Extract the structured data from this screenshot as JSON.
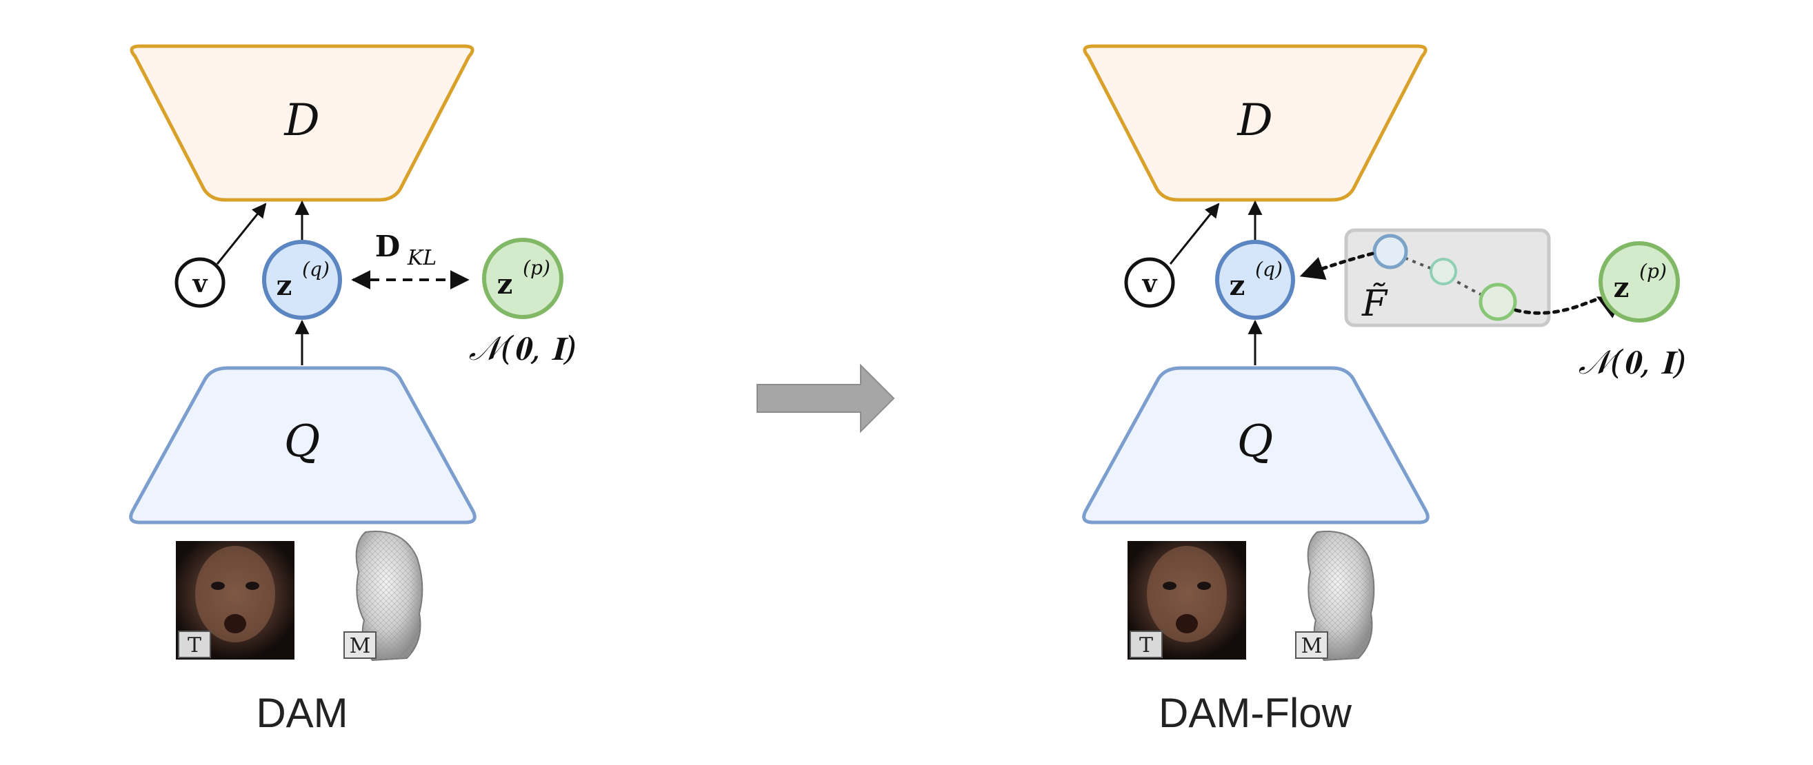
{
  "colors": {
    "decoder_stroke": "#D9A12A",
    "decoder_fill": "#FFF5EC",
    "encoder_stroke": "#7C9ECF",
    "encoder_fill": "#EEF4FD",
    "posterior_stroke": "#5C86C2",
    "posterior_fill": "#D6E6FA",
    "prior_stroke": "#80B865",
    "prior_fill": "#D3EACB",
    "flow_box_fill": "#E6E6E6",
    "flow_box_stroke": "#C9C9C9",
    "arrow_gray": "#A6A6A6"
  },
  "left": {
    "caption": "DAM",
    "decoder_label": "D",
    "encoder_label": "Q",
    "view_label": "v",
    "posterior_main": "z",
    "posterior_sup": "(q)",
    "prior_main": "z",
    "prior_sup": "(p)",
    "kl_main": "D",
    "kl_sub": "KL",
    "prior_dist": "𝒩(𝟎, 𝐈)",
    "texture_badge": "T",
    "mesh_badge": "M"
  },
  "right": {
    "caption": "DAM-Flow",
    "decoder_label": "D",
    "encoder_label": "Q",
    "view_label": "v",
    "posterior_main": "z",
    "posterior_sup": "(q)",
    "prior_main": "z",
    "prior_sup": "(p)",
    "flow_label": "F̃",
    "prior_dist": "𝒩(𝟎, 𝐈)",
    "texture_badge": "T",
    "mesh_badge": "M"
  }
}
